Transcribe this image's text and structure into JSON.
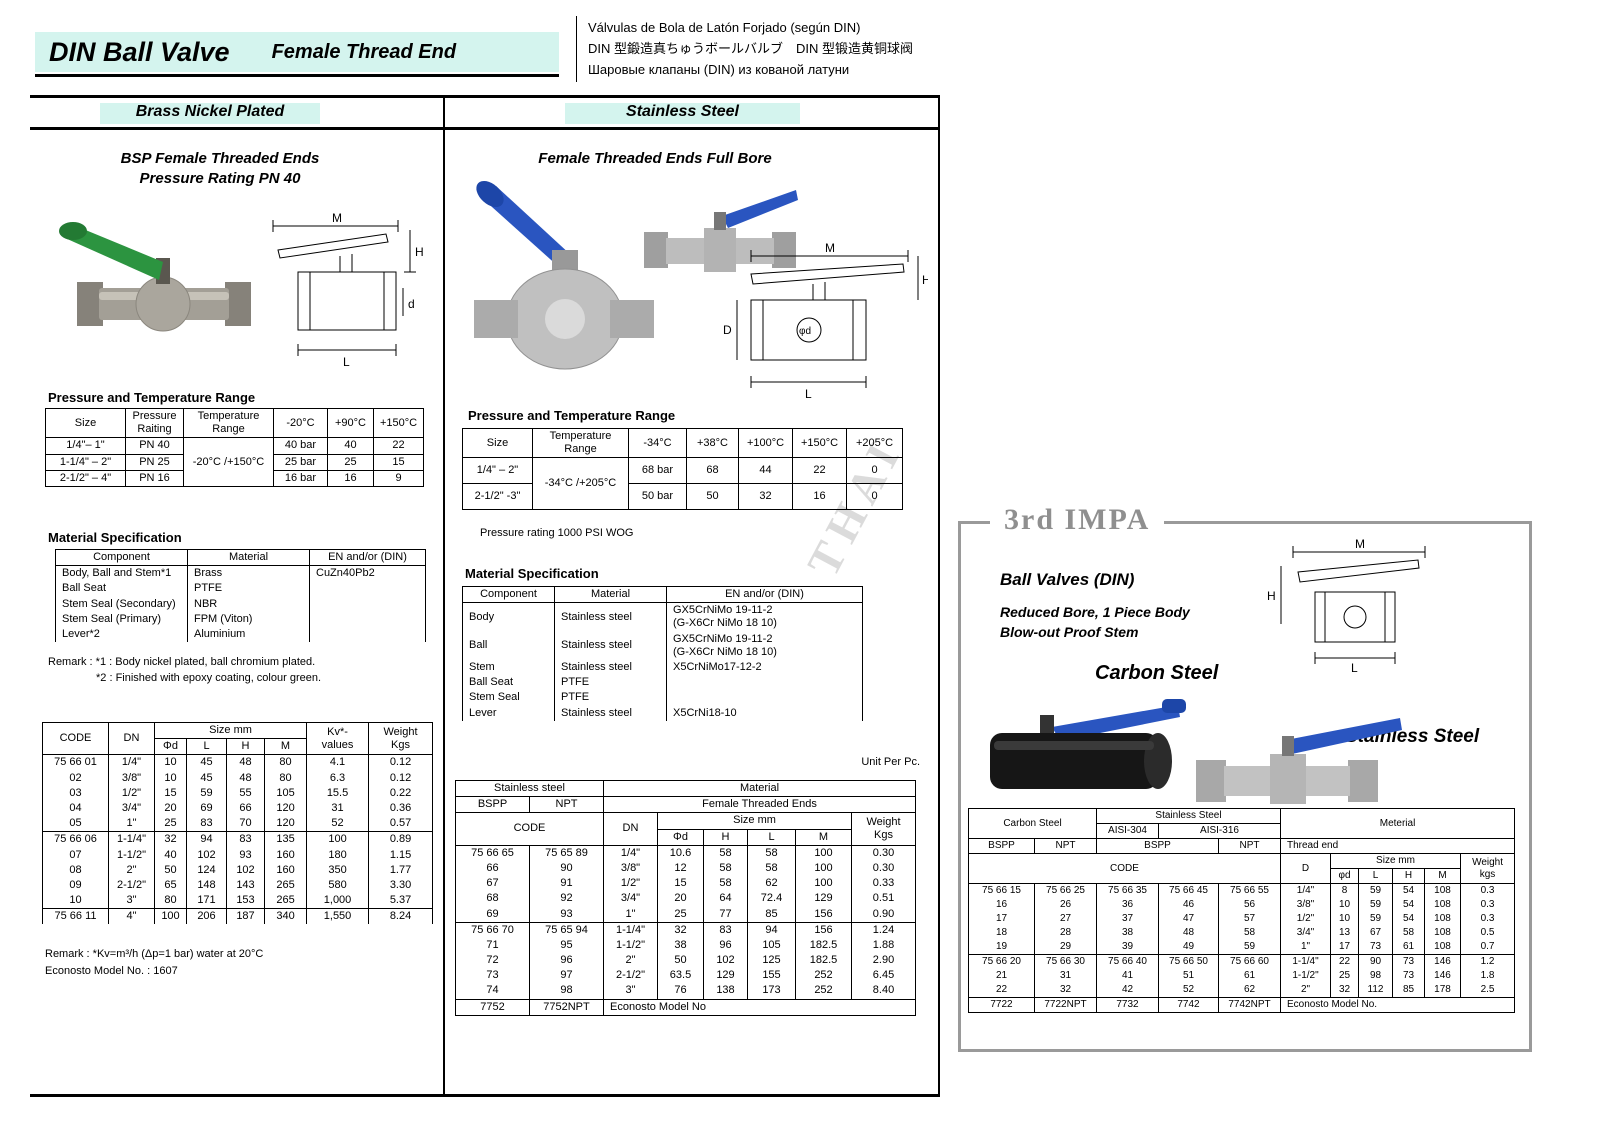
{
  "watermark": "THAI",
  "header": {
    "title": "DIN Ball Valve",
    "subtitle": "Female Thread End",
    "lang_es": "Válvulas de Bola de Latón Forjado (según DIN)",
    "lang_cjk": "DIN 型鍛造真ちゅうボールバルブ　DIN 型锻造黄铜球阀",
    "lang_ru": "Шаровые клапаны (DIN) из кованой латуни"
  },
  "left": {
    "section_title": "Brass Nickel Plated",
    "heading1": "BSP Female Threaded Ends",
    "heading2": "Pressure Rating PN 40",
    "diagram": {
      "m": "M",
      "h": "H",
      "d": "d",
      "l": "L"
    },
    "pt_title": "Pressure and Temperature Range",
    "pt": {
      "h_size": "Size",
      "h_pressure": "Pressure\nRaiting",
      "h_temp": "Temperature\nRange",
      "h_t1": "-20°C",
      "h_t2": "+90°C",
      "h_t3": "+150°C",
      "temp_value": "-20°C /+150°C",
      "r1": [
        "1/4\"– 1\"",
        "PN 40",
        "40 bar",
        "40",
        "22"
      ],
      "r2": [
        "1-1/4\" – 2\"",
        "PN 25",
        "25 bar",
        "25",
        "15"
      ],
      "r3": [
        "2-1/2\" – 4\"",
        "PN 16",
        "16 bar",
        "16",
        "9"
      ]
    },
    "ms_title": "Material Specification",
    "ms": {
      "h_component": "Component",
      "h_material": "Material",
      "h_en": "EN and/or (DIN)",
      "rows": [
        [
          "Body, Ball and Stem*1",
          "Brass",
          "CuZn40Pb2"
        ],
        [
          "Ball Seat",
          "PTFE",
          ""
        ],
        [
          "Stem Seal (Secondary)",
          "NBR",
          ""
        ],
        [
          "Stem Seal (Primary)",
          "FPM (Viton)",
          ""
        ],
        [
          "Lever*2",
          "Aluminium",
          ""
        ]
      ]
    },
    "remark1": "Remark :  *1 : Body nickel plated, ball chromium plated.",
    "remark2": "*2 : Finished with epoxy coating, colour green.",
    "main": {
      "h_code": "CODE",
      "h_dn": "DN",
      "h_size": "Size mm",
      "h_phid": "Φd",
      "h_l": "L",
      "h_h": "H",
      "h_m": "M",
      "h_kv": "Kv*-\nvalues",
      "h_weight": "Weight\nKgs",
      "rows": [
        [
          "75 66 01",
          "1/4\"",
          "10",
          "45",
          "48",
          "80",
          "4.1",
          "0.12"
        ],
        [
          "02",
          "3/8\"",
          "10",
          "45",
          "48",
          "80",
          "6.3",
          "0.12"
        ],
        [
          "03",
          "1/2\"",
          "15",
          "59",
          "55",
          "105",
          "15.5",
          "0.22"
        ],
        [
          "04",
          "3/4\"",
          "20",
          "69",
          "66",
          "120",
          "31",
          "0.36"
        ],
        [
          "05",
          "1\"",
          "25",
          "83",
          "70",
          "120",
          "52",
          "0.57"
        ],
        [
          "75 66 06",
          "1-1/4\"",
          "32",
          "94",
          "83",
          "135",
          "100",
          "0.89"
        ],
        [
          "07",
          "1-1/2\"",
          "40",
          "102",
          "93",
          "160",
          "180",
          "1.15"
        ],
        [
          "08",
          "2\"",
          "50",
          "124",
          "102",
          "160",
          "350",
          "1.77"
        ],
        [
          "09",
          "2-1/2\"",
          "65",
          "148",
          "143",
          "265",
          "580",
          "3.30"
        ],
        [
          "10",
          "3\"",
          "80",
          "171",
          "153",
          "265",
          "1,000",
          "5.37"
        ],
        [
          "75 66 11",
          "4\"",
          "100",
          "206",
          "187",
          "340",
          "1,550",
          "8.24"
        ]
      ]
    },
    "kv_remark": "Remark : *Kv=m³/h (Δp=1 bar) water at 20°C",
    "econosto": "Econosto Model No. : 1607"
  },
  "middle": {
    "section_title": "Stainless Steel",
    "heading": "Female Threaded Ends Full Bore",
    "diagram": {
      "m": "M",
      "h": "H",
      "d_big": "D",
      "phid": "φd",
      "l": "L"
    },
    "pt_title": "Pressure and Temperature Range",
    "pt": {
      "h_size": "Size",
      "h_temp": "Temperature\nRange",
      "h_t1": "-34°C",
      "h_t2": "+38°C",
      "h_t3": "+100°C",
      "h_t4": "+150°C",
      "h_t5": "+205°C",
      "temp_value": "-34°C /+205°C",
      "r1": [
        "1/4\" – 2\"",
        "68 bar",
        "68",
        "44",
        "22",
        "0"
      ],
      "r2": [
        "2-1/2\" -3\"",
        "50 bar",
        "50",
        "32",
        "16",
        "0"
      ]
    },
    "psi_note": "Pressure rating 1000 PSI WOG",
    "ms_title": "Material Specification",
    "ms": {
      "h_component": "Component",
      "h_material": "Material",
      "h_en": "EN and/or (DIN)",
      "rows": [
        [
          "Body",
          "Stainless steel",
          "GX5CrNiMo 19-11-2\n(G-X6Cr NiMo 18 10)"
        ],
        [
          "Ball",
          "Stainless steel",
          "GX5CrNiMo 19-11-2\n(G-X6Cr NiMo 18 10)"
        ],
        [
          "Stem",
          "Stainless steel",
          "X5CrNiMo17-12-2"
        ],
        [
          "Ball Seat",
          "PTFE",
          ""
        ],
        [
          "Stem Seal",
          "PTFE",
          ""
        ],
        [
          "Lever",
          "Stainless steel",
          "X5CrNi18-10"
        ]
      ]
    },
    "unit_note": "Unit Per Pc.",
    "main": {
      "h_ss": "Stainless steel",
      "h_material": "Material",
      "h_bspp": "BSPP",
      "h_npt": "NPT",
      "h_fte": "Female Threaded Ends",
      "h_code": "CODE",
      "h_dn": "DN",
      "h_size": "Size mm",
      "h_phid": "Φd",
      "h_h": "H",
      "h_l": "L",
      "h_m": "M",
      "h_weight": "Weight\nKgs",
      "rows": [
        [
          "75 66 65",
          "75 65 89",
          "1/4\"",
          "10.6",
          "58",
          "58",
          "100",
          "0.30"
        ],
        [
          "66",
          "90",
          "3/8\"",
          "12",
          "58",
          "58",
          "100",
          "0.30"
        ],
        [
          "67",
          "91",
          "1/2\"",
          "15",
          "58",
          "62",
          "100",
          "0.33"
        ],
        [
          "68",
          "92",
          "3/4\"",
          "20",
          "64",
          "72.4",
          "129",
          "0.51"
        ],
        [
          "69",
          "93",
          "1\"",
          "25",
          "77",
          "85",
          "156",
          "0.90"
        ],
        [
          "75 66 70",
          "75 65 94",
          "1-1/4\"",
          "32",
          "83",
          "94",
          "156",
          "1.24"
        ],
        [
          "71",
          "95",
          "1-1/2\"",
          "38",
          "96",
          "105",
          "182.5",
          "1.88"
        ],
        [
          "72",
          "96",
          "2\"",
          "50",
          "102",
          "125",
          "182.5",
          "2.90"
        ],
        [
          "73",
          "97",
          "2-1/2\"",
          "63.5",
          "129",
          "155",
          "252",
          "6.45"
        ],
        [
          "74",
          "98",
          "3\"",
          "76",
          "138",
          "173",
          "252",
          "8.40"
        ]
      ],
      "f_bspp": "7752",
      "f_npt": "7752NPT",
      "f_label": "Econosto Model No"
    }
  },
  "right": {
    "impa_title": "3rd IMPA",
    "heading1": "Ball Valves (DIN)",
    "heading2": "Reduced Bore, 1 Piece Body",
    "heading3": "Blow-out Proof Stem",
    "carbon_label": "Carbon Steel",
    "stainless_label": "Stainless Steel",
    "diagram": {
      "m": "M",
      "h": "H",
      "l": "L"
    },
    "table": {
      "h_carbon": "Carbon Steel",
      "h_stainless": "Stainless Steel",
      "h_meterial": "Meterial",
      "h_aisi304": "AISI-304",
      "h_aisi316": "AISI-316",
      "h_bspp1": "BSPP",
      "h_npt1": "NPT",
      "h_bspp2": "BSPP",
      "h_npt2": "NPT",
      "h_thread": "Thread end",
      "h_code": "CODE",
      "h_d": "D",
      "h_size": "Size mm",
      "h_phid": "φd",
      "h_l": "L",
      "h_h": "H",
      "h_m": "M",
      "h_weight": "Weight\nkgs",
      "rows": [
        [
          "75 66 15",
          "75 66 25",
          "75 66 35",
          "75 66 45",
          "75 66 55",
          "1/4\"",
          "8",
          "59",
          "54",
          "108",
          "0.3"
        ],
        [
          "16",
          "26",
          "36",
          "46",
          "56",
          "3/8\"",
          "10",
          "59",
          "54",
          "108",
          "0.3"
        ],
        [
          "17",
          "27",
          "37",
          "47",
          "57",
          "1/2\"",
          "10",
          "59",
          "54",
          "108",
          "0.3"
        ],
        [
          "18",
          "28",
          "38",
          "48",
          "58",
          "3/4\"",
          "13",
          "67",
          "58",
          "108",
          "0.5"
        ],
        [
          "19",
          "29",
          "39",
          "49",
          "59",
          "1\"",
          "17",
          "73",
          "61",
          "108",
          "0.7"
        ],
        [
          "75 66 20",
          "75 66 30",
          "75 66 40",
          "75 66 50",
          "75 66 60",
          "1-1/4\"",
          "22",
          "90",
          "73",
          "146",
          "1.2"
        ],
        [
          "21",
          "31",
          "41",
          "51",
          "61",
          "1-1/2\"",
          "25",
          "98",
          "73",
          "146",
          "1.8"
        ],
        [
          "22",
          "32",
          "42",
          "52",
          "62",
          "2\"",
          "32",
          "112",
          "85",
          "178",
          "2.5"
        ]
      ],
      "f1": "7722",
      "f2": "7722NPT",
      "f3": "7732",
      "f4": "7742",
      "f5": "7742NPT",
      "f_label": "Econosto Model No."
    }
  }
}
